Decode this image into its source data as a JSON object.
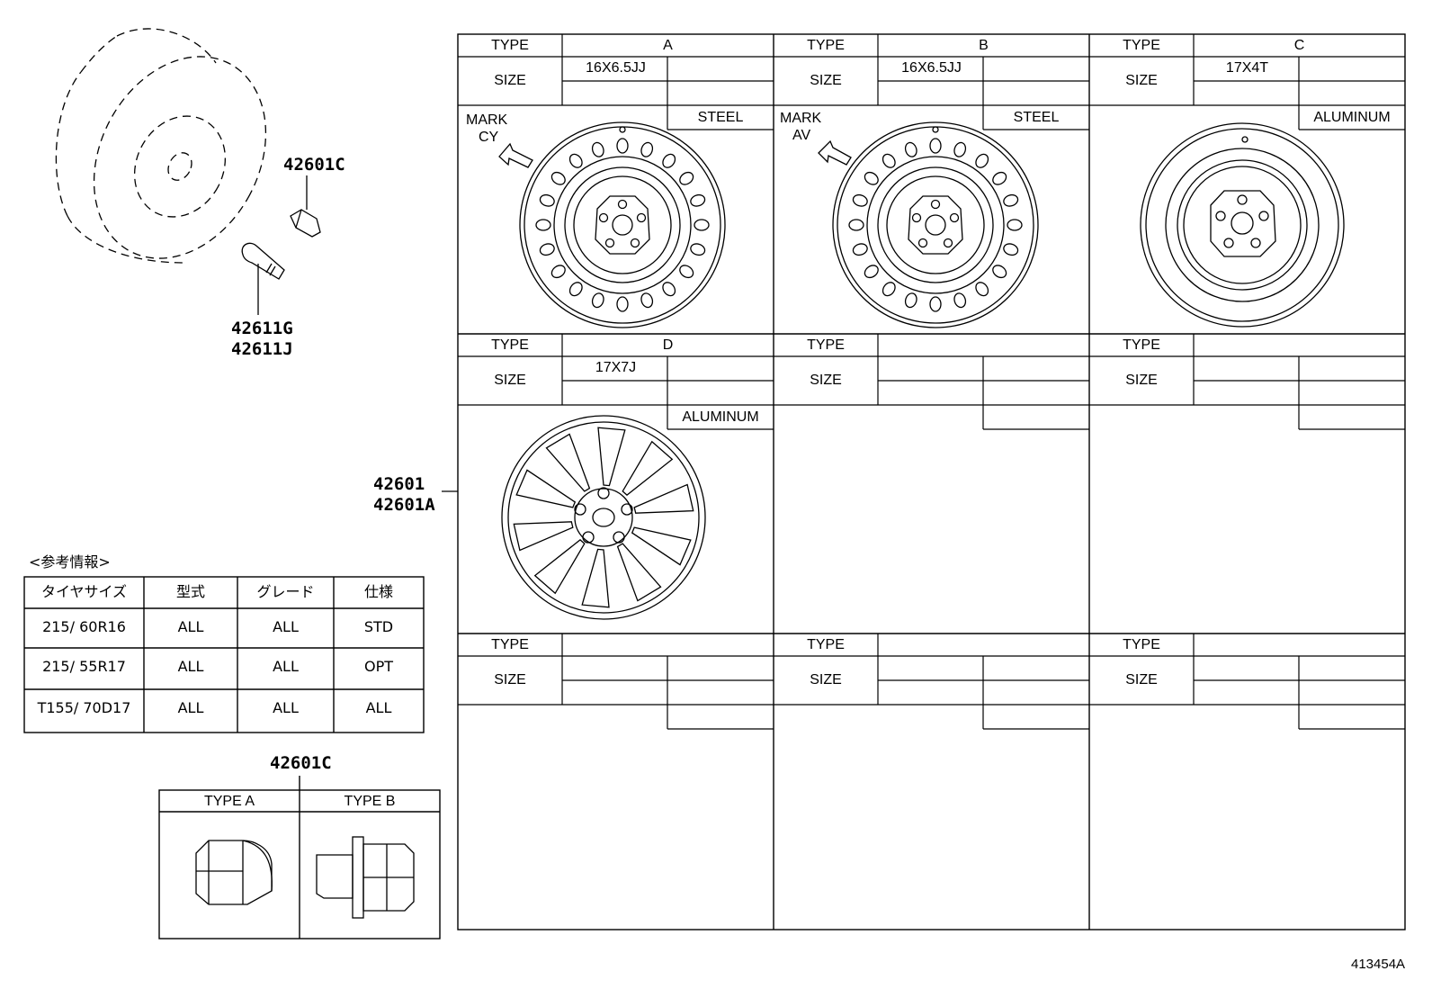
{
  "grid": {
    "type_label": "TYPE",
    "size_label": "SIZE",
    "cells": [
      {
        "type": "A",
        "size": "16X6.5JJ",
        "material": "STEEL",
        "mark_label": "MARK",
        "mark_code": "CY"
      },
      {
        "type": "B",
        "size": "16X6.5JJ",
        "material": "STEEL",
        "mark_label": "MARK",
        "mark_code": "AV"
      },
      {
        "type": "C",
        "size": "17X4T",
        "material": "ALUMINUM"
      },
      {
        "type": "D",
        "size": "17X7J",
        "material": "ALUMINUM"
      },
      {
        "type": "",
        "size": "",
        "material": ""
      },
      {
        "type": "",
        "size": "",
        "material": ""
      },
      {
        "type": "",
        "size": "",
        "material": ""
      },
      {
        "type": "",
        "size": "",
        "material": ""
      },
      {
        "type": "",
        "size": "",
        "material": ""
      }
    ]
  },
  "parts": {
    "wheel_part": "42601",
    "wheel_part_alt": "42601A",
    "nut_part": "42601C",
    "valve_part_1": "42611G",
    "valve_part_2": "42611J",
    "nut_table_title": "42601C"
  },
  "reference": {
    "title": "<参考情報>",
    "headers": [
      "タイヤサイズ",
      "型式",
      "グレード",
      "仕様"
    ],
    "rows": [
      [
        "215/ 60R16",
        "ALL",
        "ALL",
        "STD"
      ],
      [
        "215/ 55R17",
        "ALL",
        "ALL",
        "OPT"
      ],
      [
        "T155/ 70D17",
        "ALL",
        "ALL",
        "ALL"
      ]
    ]
  },
  "nut_types": {
    "type_a": "TYPE A",
    "type_b": "TYPE B"
  },
  "diagram_id": "413454A"
}
